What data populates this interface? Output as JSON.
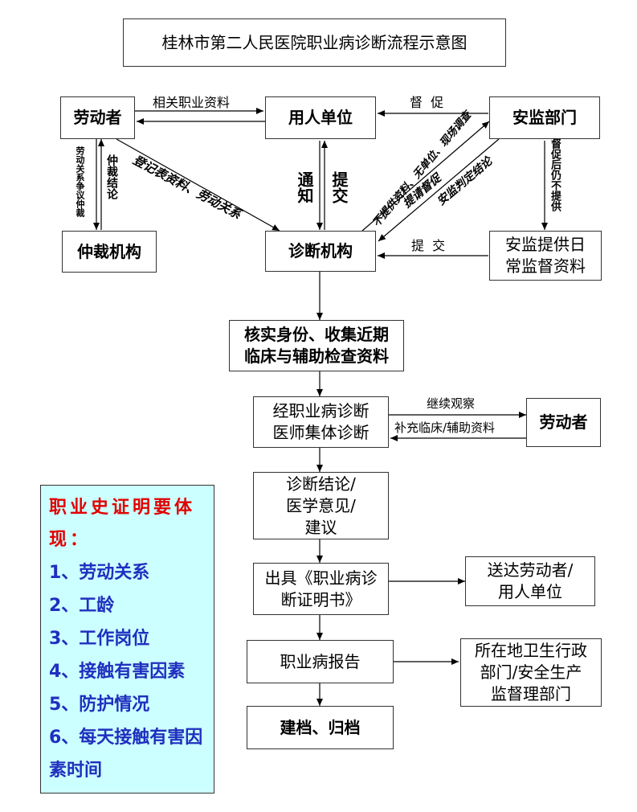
{
  "title": "桂林市第二人民医院职业病诊断流程示意图",
  "nodes": {
    "laborer_top": "劳动者",
    "employer": "用人单位",
    "safety_dept": "安监部门",
    "arbitration": "仲裁机构",
    "diagnosis_org": "诊断机构",
    "safety_provide": "安监提供日\n常监督资料",
    "verify": "核实身份、收集近期\n临床与辅助检查资料",
    "collective": "经职业病诊断\n医师集体诊断",
    "laborer_right": "劳动者",
    "conclusion": "诊断结论/\n医学意见/\n建议",
    "certificate": "出具《职业病诊\n断证明书》",
    "deliver": "送达劳动者/\n用人单位",
    "report": "职业病报告",
    "report_to": "所在地卫生行政\n部门/安全生产\n监督理部门",
    "archive": "建档、归档"
  },
  "edge_labels": {
    "related_docs": "相关职业资料",
    "supervise": "督  促",
    "labor_dispute": "劳动关系争议仲裁",
    "arbitration_result": "仲裁结论",
    "register": "登记表资料、劳动关系",
    "notify": "通知",
    "submit_v": "提交",
    "not_provide": "不提供资料、无单位、现场调查",
    "request_supervise": "提请督促",
    "safety_judgment": "安监判定结论",
    "supervise_still": "督促后仍不提供",
    "submit_h": "提  交",
    "continue_observe": "继续观察",
    "supplement": "补充临床/辅助资料"
  },
  "note": {
    "title": "职业史证明要体现：",
    "items": [
      "1、劳动关系",
      "2、工龄",
      "3、工作岗位",
      "4、接触有害因素",
      "5、防护情况",
      "6、每天接触有害因素时间"
    ]
  },
  "colors": {
    "note_bg": "#ccffff",
    "note_title": "#e00000",
    "note_items": "#1f2fbf"
  }
}
